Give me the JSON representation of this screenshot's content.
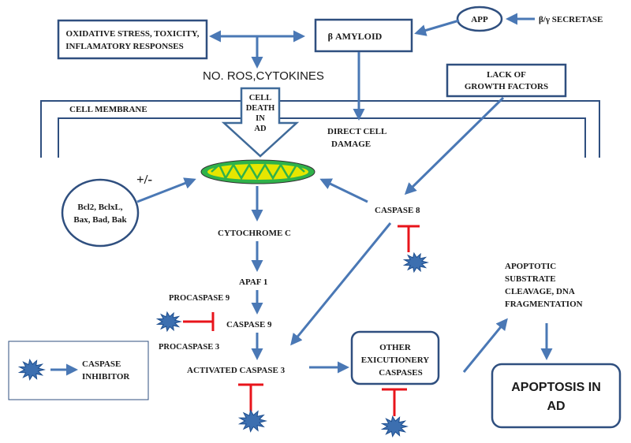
{
  "colors": {
    "arrow": "#4a78b5",
    "box_stroke": "#2f4f7f",
    "inhibit": "#e8141b",
    "star_fill": "#3c6fb0",
    "mito_outer": "#2fb24a",
    "mito_inner": "#e6e600"
  },
  "labels": {
    "oxidative_line1": "OXIDATIVE STRESS, TOXICITY,",
    "oxidative_line2": "INFLAMATORY RESPONSES",
    "beta_amyloid": "β AMYLOID",
    "app": "APP",
    "secretase": "β/γ SECRETASE",
    "no_ros": "NO. ROS,CYTOKINES",
    "lack_line1": "LACK OF",
    "lack_line2": "GROWTH FACTORS",
    "cell_membrane": "CELL  MEMBRANE",
    "cell_death_line1": "CELL",
    "cell_death_line2": "DEATH",
    "cell_death_line3": "IN",
    "cell_death_line4": "AD",
    "direct_line1": "DIRECT CELL",
    "direct_line2": "DAMAGE",
    "plus_minus": "+/-",
    "bcl_line1": "Bcl2, BclxL,",
    "bcl_line2": "Bax, Bad, Bak",
    "caspase8": "CASPASE 8",
    "cytochrome": "CYTOCHROME C",
    "apaf": "APAF 1",
    "procaspase9": "PROCASPASE 9",
    "caspase9": "CASPASE 9",
    "procaspase3": "PROCASPASE 3",
    "activated3": "ACTIVATED CASPASE 3",
    "other_line1": "OTHER",
    "other_line2": "EXICUTIONERY",
    "other_line3": "CASPASES",
    "apoptotic_line1": "APOPTOTIC",
    "apoptotic_line2": "SUBSTRATE",
    "apoptotic_line3": "CLEAVAGE, DNA",
    "apoptotic_line4": "FRAGMENTATION",
    "apoptosis_line1": "APOPTOSIS IN",
    "apoptosis_line2": "AD",
    "legend_line1": "CASPASE",
    "legend_line2": "INHIBITOR"
  }
}
